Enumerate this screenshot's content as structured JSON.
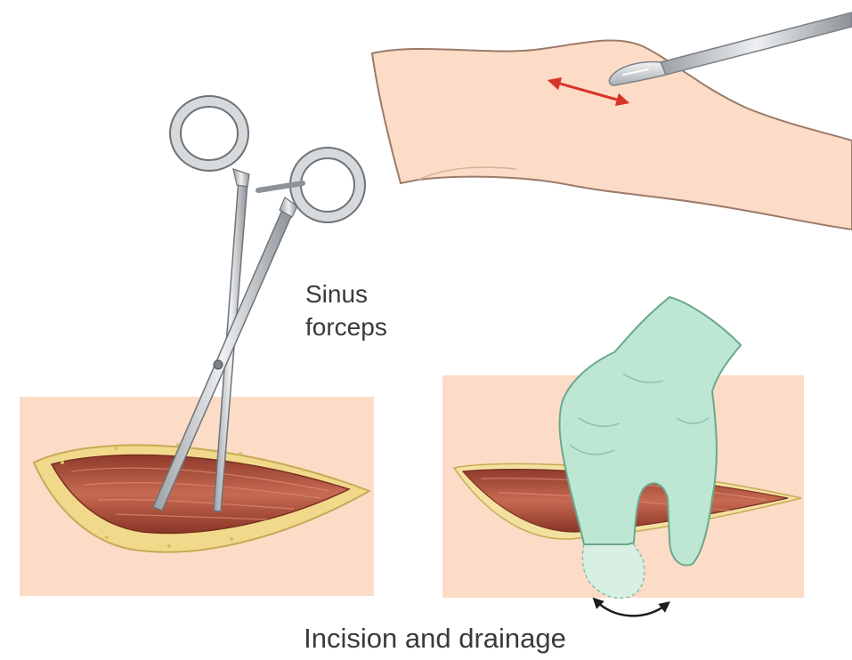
{
  "labels": {
    "instrument_line1": "Sinus",
    "instrument_line2": "forceps",
    "caption": "Incision and drainage"
  },
  "colors": {
    "skin": "#fcdcc6",
    "skin_outline": "#9b7b6a",
    "muscle": "#b5533d",
    "fat_border": "#f0d98a",
    "glove": "#bde6d3",
    "glove_outline": "#6aa88c",
    "steel": "#c8cbce",
    "incision_arrow": "#d9342b",
    "text": "#3a3a3a"
  },
  "icons": [
    "scalpel-icon",
    "forceps-icon",
    "gloved-hand-icon",
    "double-arrow-icon"
  ]
}
